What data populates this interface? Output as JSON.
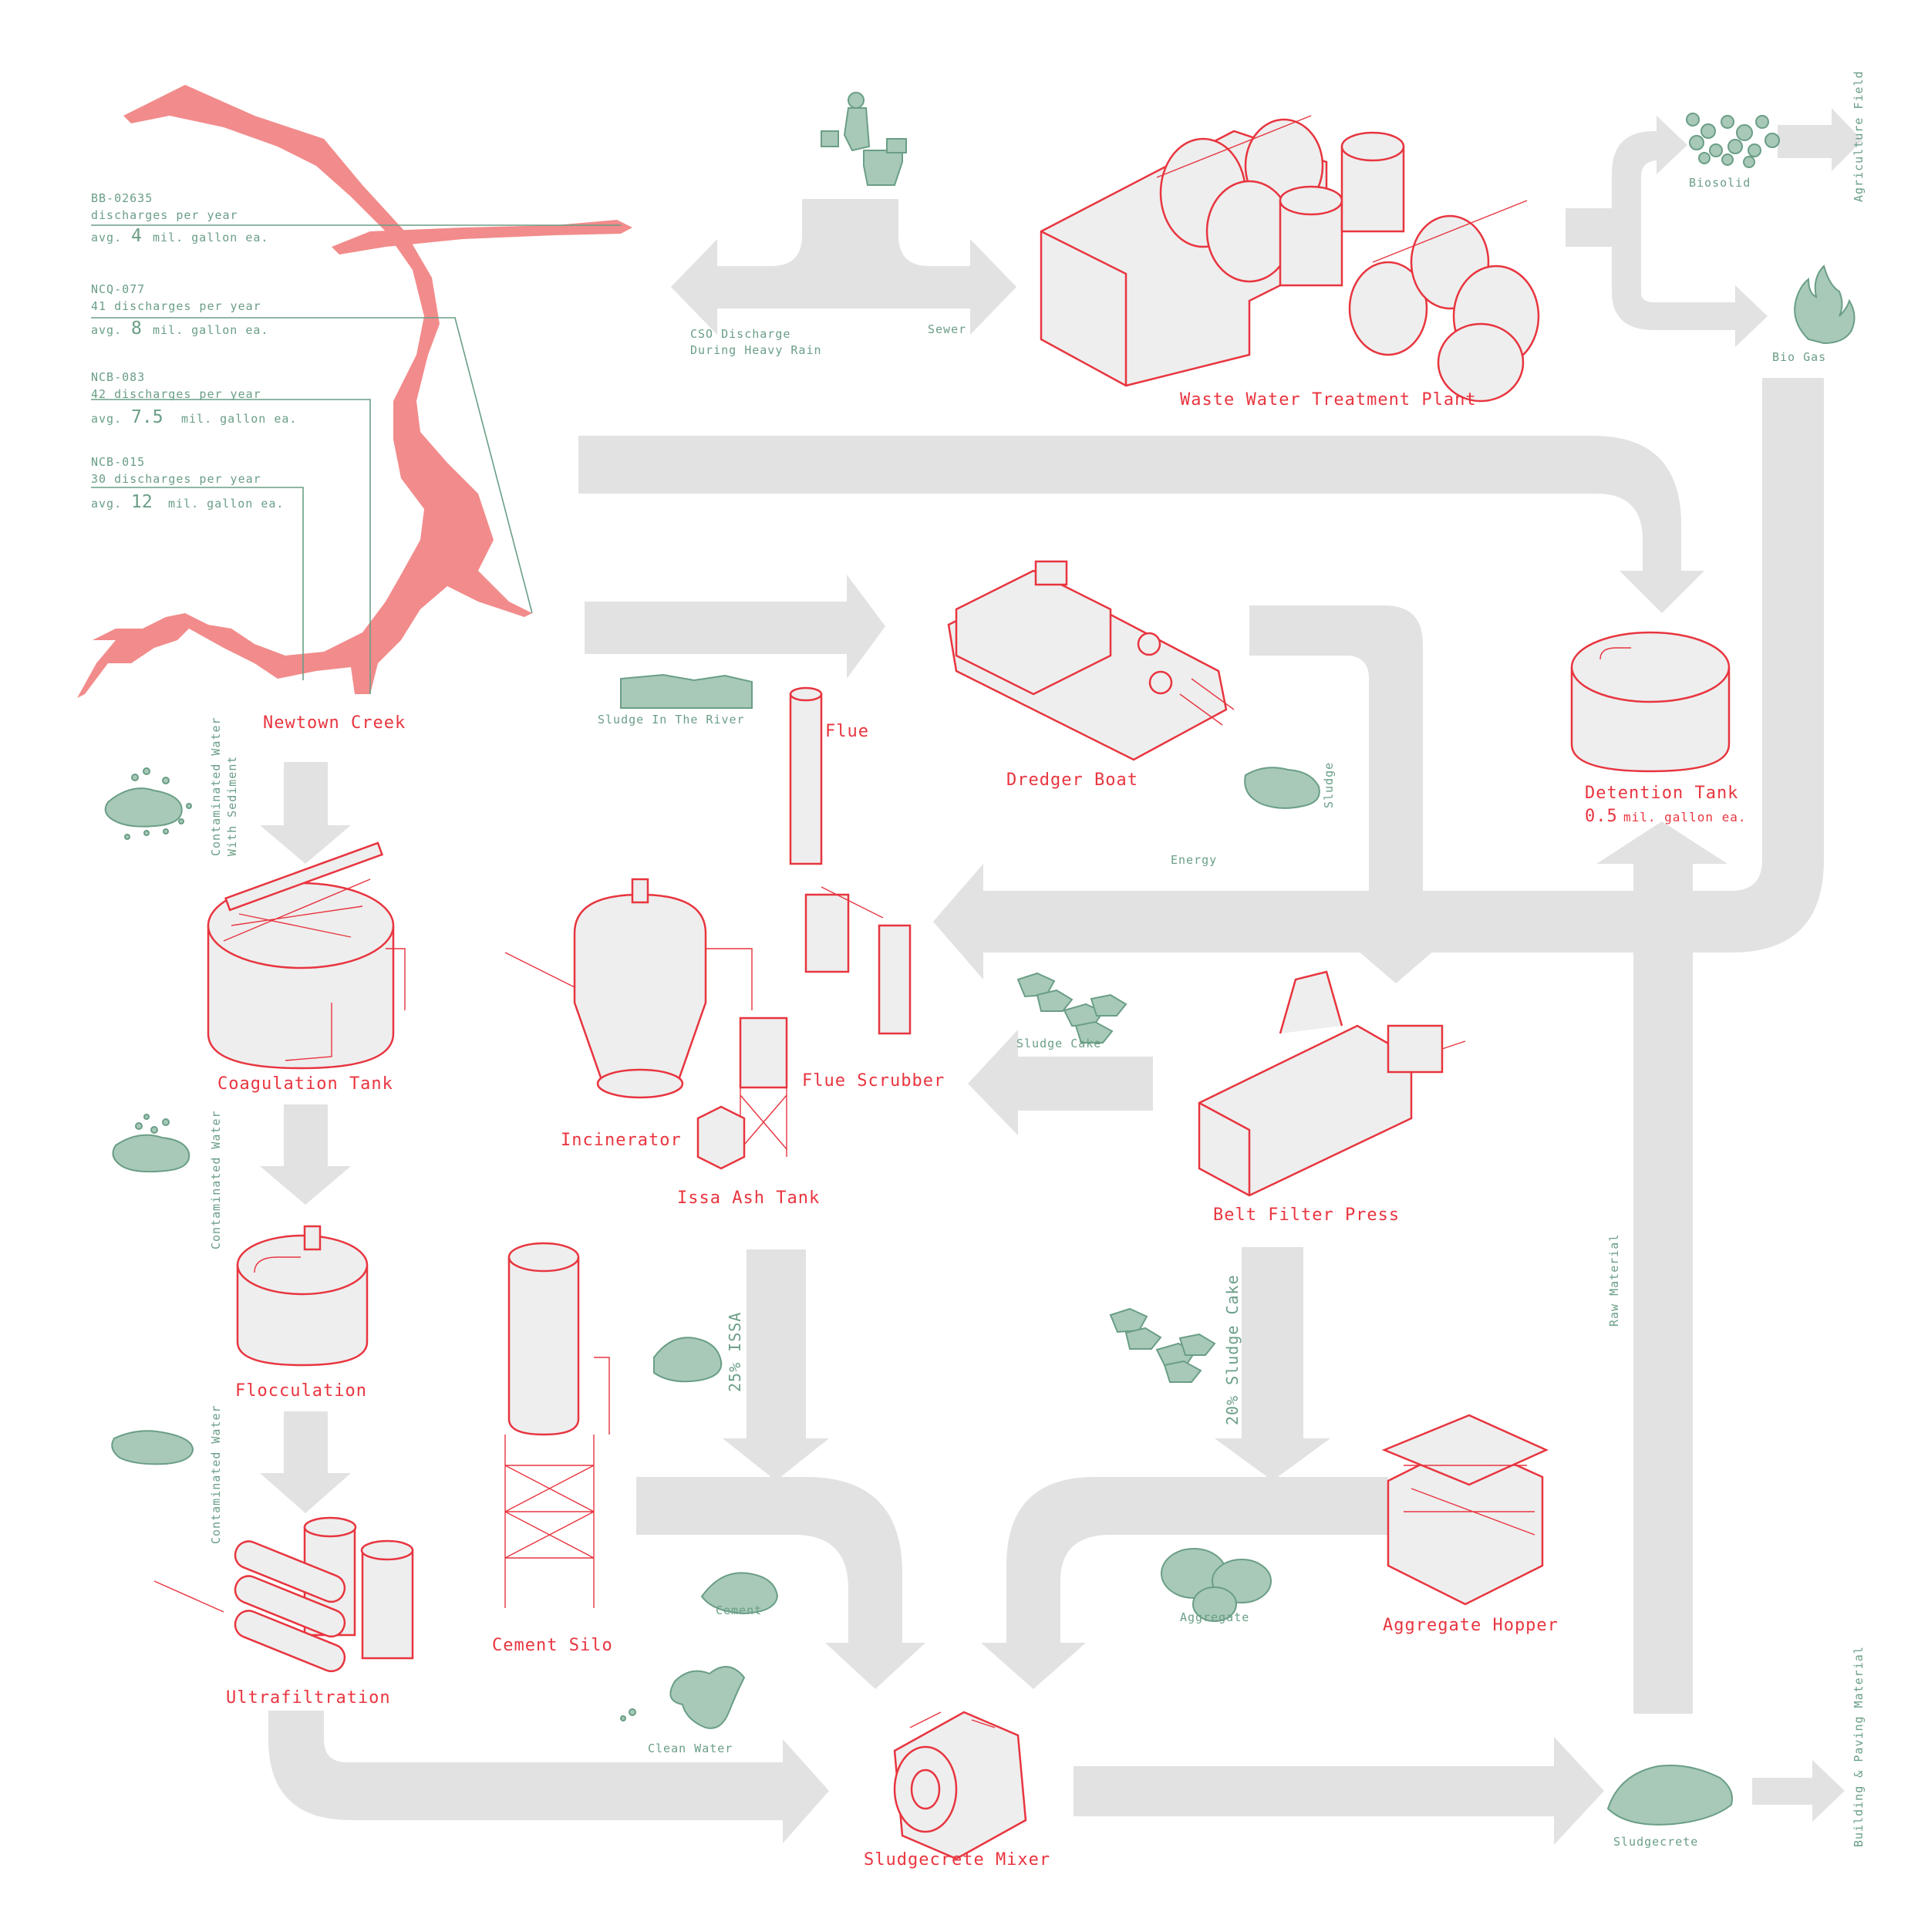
{
  "colors": {
    "red": "#e8353f",
    "green": "#6a9e86",
    "flow": "#e2e2e2",
    "creek": "#f28b8b"
  },
  "creek": {
    "title": "Newtown Creek",
    "outfalls": [
      {
        "id": "BB-02635",
        "line1": "discharges per year",
        "prefix": "avg.",
        "value": "4",
        "suffix": "mil. gallon ea."
      },
      {
        "id": "NCQ-077",
        "line1": "41 discharges per year",
        "prefix": "avg.",
        "value": "8",
        "suffix": "mil. gallon ea."
      },
      {
        "id": "NCB-083",
        "line1": "42 discharges per year",
        "prefix": "avg.",
        "value": "7.5",
        "suffix": "mil. gallon ea."
      },
      {
        "id": "NCB-015",
        "line1": "30 discharges per year",
        "prefix": "avg.",
        "value": "12",
        "suffix": "mil. gallon ea."
      }
    ]
  },
  "components": {
    "wwtp": "Waste Water Treatment Plant",
    "dredger": "Dredger Boat",
    "flue": "Flue",
    "detention": "Detention Tank",
    "detention_cap_value": "0.5",
    "detention_cap_unit": "mil. gallon ea.",
    "coagulation": "Coagulation Tank",
    "incinerator": "Incinerator",
    "flue_scrubber": "Flue Scrubber",
    "issa_tank": "Issa Ash Tank",
    "belt_press": "Belt Filter Press",
    "flocculation": "Flocculation",
    "cement_silo": "Cement Silo",
    "aggregate_hopper": "Aggregate Hopper",
    "ultrafiltration": "Ultrafiltration",
    "mixer": "Sludgecrete Mixer"
  },
  "flows": {
    "cso": "CSO Discharge",
    "cso2": "During Heavy Rain",
    "sewer": "Sewer",
    "biosolid": "Biosolid",
    "agriculture": "Agriculture Field",
    "biogas": "Bio Gas",
    "sludge_river": "Sludge In The River",
    "sludge": "Sludge",
    "energy": "Energy",
    "contaminated_sediment_1": "Contaminated Water",
    "contaminated_sediment_2": "With Sediment",
    "contaminated_water_a": "Contaminated Water",
    "contaminated_water_b": "Contaminated Water",
    "sludge_cake": "Sludge Cake",
    "issa_pct": "25% ISSA",
    "sludge_cake_pct": "20% Sludge Cake",
    "raw_material": "Raw Material",
    "cement": "Cement",
    "aggregate": "Aggregate",
    "clean_water": "Clean Water",
    "sludgecrete": "Sludgecrete",
    "building": "Building & Paving Material"
  }
}
